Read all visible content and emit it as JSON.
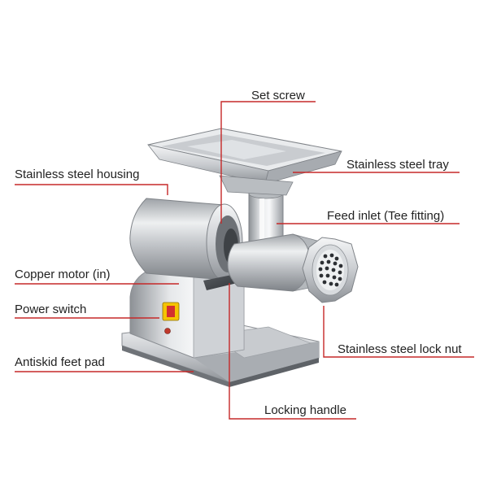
{
  "diagram": {
    "accent_color": "#c62828",
    "labels": {
      "set_screw": "Set screw",
      "stainless_steel_tray": "Stainless steel tray",
      "stainless_steel_housing": "Stainless steel housing",
      "feed_inlet": "Feed inlet (Tee fitting)",
      "copper_motor": "Copper motor (in)",
      "power_switch": "Power switch",
      "stainless_steel_lock_nut": "Stainless steel lock nut",
      "antiskid_feet_pad": "Antiskid feet pad",
      "locking_handle": "Locking handle"
    }
  }
}
